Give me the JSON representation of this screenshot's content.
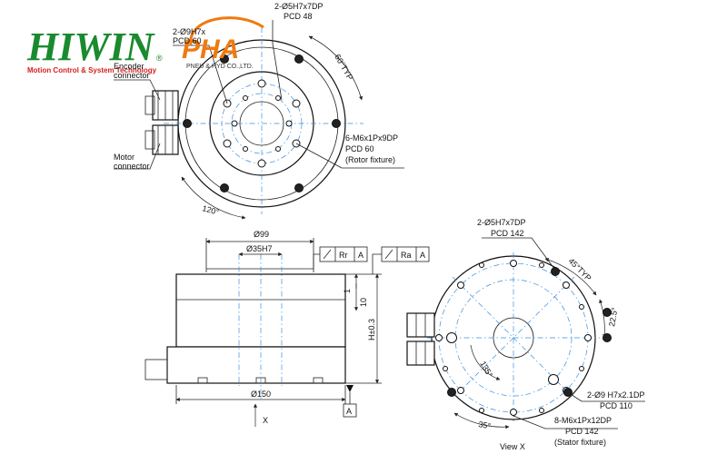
{
  "brand": {
    "hiwin_text": "HIWIN",
    "hiwin_reg": "®",
    "hiwin_tagline": "Motion Control & System Technology",
    "hiwin_color": "#1a8a2e",
    "tagline_color": "#d42020",
    "pha_text": "PHA",
    "pha_sub": "PNEU & HYD CO.,LTD.",
    "pha_color": "#f07a10"
  },
  "top_view": {
    "label_2_9h7_prefix": "2-Ø9H7x",
    "label_pcd60_top": "PCD 60",
    "label_2_5h7": "2-Ø5H7x7DP",
    "label_pcd48": "PCD 48",
    "label_60typ": "60°TYP",
    "label_encoder_1": "Encoder",
    "label_encoder_2": "connector",
    "label_motor_1": "Motor",
    "label_motor_2": "connector",
    "label_m6_rotor": "6-M6x1Px9DP",
    "label_pcd60_rotor": "PCD 60",
    "label_rotor_fixture": "(Rotor fixture)",
    "label_120": "120°"
  },
  "side_view": {
    "label_d99": "Ø99",
    "label_d35": "Ø35H7",
    "label_d150": "Ø150",
    "label_rr": "Rr",
    "label_ra": "Ra",
    "label_datum": "A",
    "label_1": "1",
    "label_10": "10",
    "label_h": "H±0.3",
    "label_x": "X"
  },
  "bottom_view": {
    "label_2_5h7": "2-Ø5H7x7DP",
    "label_pcd142_top": "PCD 142",
    "label_45typ": "45°TYP",
    "label_22_5": "22.5°",
    "label_135": "135°",
    "label_35": "35°",
    "label_2_9h7": "2-Ø9 H7x2.1DP",
    "label_pcd110": "PCD 110",
    "label_m6_stator": "8-M6x1Px12DP",
    "label_pcd142_stator": "PCD 142",
    "label_stator_fixture": "(Stator fixture)",
    "label_view_x": "View X"
  }
}
